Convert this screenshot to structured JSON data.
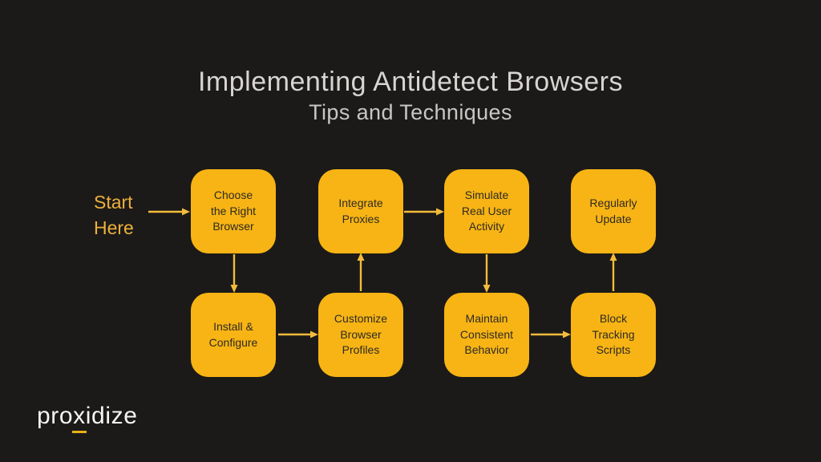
{
  "header": {
    "title": "Implementing Antidetect Browsers",
    "subtitle": "Tips and Techniques"
  },
  "flowchart": {
    "start_label": "Start\nHere",
    "nodes": [
      {
        "id": "choose-right-browser",
        "label": "Choose\nthe Right\nBrowser"
      },
      {
        "id": "integrate-proxies",
        "label": "Integrate\nProxies"
      },
      {
        "id": "simulate-real-user-activity",
        "label": "Simulate\nReal User\nActivity"
      },
      {
        "id": "regularly-update",
        "label": "Regularly\nUpdate"
      },
      {
        "id": "install-configure",
        "label": "Install &\nConfigure"
      },
      {
        "id": "customize-browser-profiles",
        "label": "Customize\nBrowser\nProfiles"
      },
      {
        "id": "maintain-consistent-behavior",
        "label": "Maintain\nConsistent\nBehavior"
      },
      {
        "id": "block-tracking-scripts",
        "label": "Block\nTracking\nScripts"
      }
    ],
    "edges": [
      {
        "from": "start-here",
        "to": "choose-right-browser",
        "direction": "right"
      },
      {
        "from": "choose-right-browser",
        "to": "install-configure",
        "direction": "down"
      },
      {
        "from": "install-configure",
        "to": "customize-browser-profiles",
        "direction": "right"
      },
      {
        "from": "customize-browser-profiles",
        "to": "integrate-proxies",
        "direction": "up"
      },
      {
        "from": "integrate-proxies",
        "to": "simulate-real-user-activity",
        "direction": "right"
      },
      {
        "from": "simulate-real-user-activity",
        "to": "maintain-consistent-behavior",
        "direction": "down"
      },
      {
        "from": "maintain-consistent-behavior",
        "to": "block-tracking-scripts",
        "direction": "right"
      },
      {
        "from": "block-tracking-scripts",
        "to": "regularly-update",
        "direction": "up"
      }
    ]
  },
  "logo": {
    "pre": "pro",
    "x": "x",
    "post": "idize"
  },
  "colors": {
    "background": "#1b1a18",
    "node_fill": "#f7b414",
    "node_text": "#2e2a24",
    "arrow": "#f3bb3c",
    "start_label": "#edb03c",
    "title": "#d7d4d2",
    "subtitle": "#c9c6c4",
    "logo_text": "#f6f5f3",
    "logo_underline": "#e9b117"
  }
}
